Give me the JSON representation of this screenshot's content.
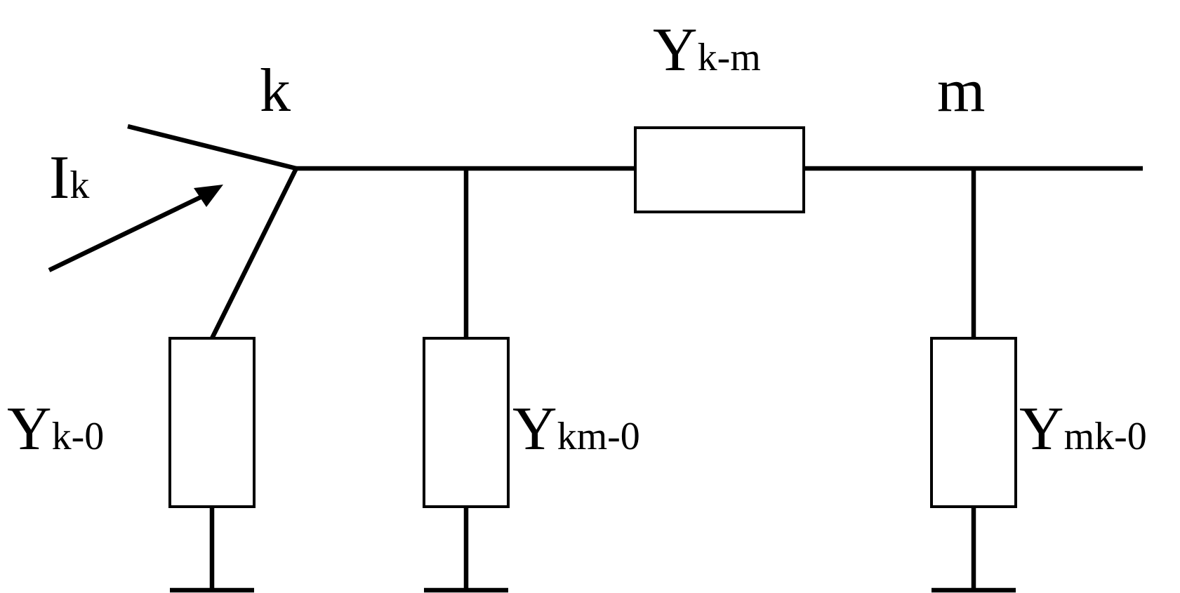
{
  "nodes": {
    "k": "k",
    "m": "m"
  },
  "current": {
    "symbol": "I",
    "subscript": "k"
  },
  "admittances": {
    "series": {
      "symbol": "Y",
      "subscript": "k-m"
    },
    "shunt_k0": {
      "symbol": "Y",
      "subscript": "k-0"
    },
    "shunt_km0": {
      "symbol": "Y",
      "subscript": "km-0"
    },
    "shunt_mk0": {
      "symbol": "Y",
      "subscript": "mk-0"
    }
  },
  "colors": {
    "line": "#000000",
    "background": "#ffffff"
  }
}
